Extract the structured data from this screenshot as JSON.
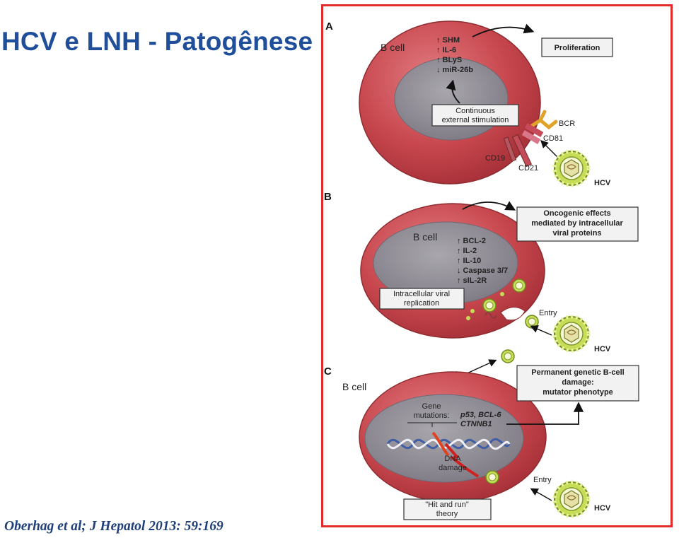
{
  "slide": {
    "title": "HCV e LNH - Patogênese",
    "citation": "Oberhag et al; J Hepatol 2013: 59:169"
  },
  "panel_a": {
    "letter": "A",
    "cell_label": "B cell",
    "markers": [
      "↑ SHM",
      "↑ IL-6",
      "↑ BLyS",
      "↓ miR-26b"
    ],
    "proliferation": "Proliferation",
    "stimulation_line1": "Continuous",
    "stimulation_line2": "external stimulation",
    "bcr": "BCR",
    "cd81": "CD81",
    "cd19": "CD19",
    "cd21": "CD21",
    "hcv": "HCV"
  },
  "panel_b": {
    "letter": "B",
    "cell_label": "B cell",
    "markers": [
      "↑ BCL-2",
      "↑ IL-2",
      "↑ IL-10",
      "↓ Caspase 3/7",
      "↑ sIL-2R"
    ],
    "oncogenic_line1": "Oncogenic effects",
    "oncogenic_line2": "mediated by intracellular",
    "oncogenic_line3": "viral proteins",
    "replication_line1": "Intracellular viral",
    "replication_line2": "replication",
    "entry": "Entry",
    "hcv": "HCV"
  },
  "panel_c": {
    "letter": "C",
    "cell_label": "B cell",
    "damage_line1": "Permanent genetic B-cell",
    "damage_line2": "damage:",
    "damage_line3": "mutator phenotype",
    "gene_line1": "Gene",
    "gene_line2": "mutations:",
    "genes_line1": "p53, BCL-6",
    "genes_line2": "CTNNB1",
    "dna_line1": "DNA",
    "dna_line2": "damage",
    "entry": "Entry",
    "hcv": "HCV",
    "theory_line1": "\"Hit and run\"",
    "theory_line2": "theory"
  },
  "colors": {
    "title": "#1f4e9a",
    "frame": "#e32b2b",
    "cell_outer": "#c0454b",
    "nucleus": "#8f8b95",
    "virus": "#b8d24a"
  }
}
